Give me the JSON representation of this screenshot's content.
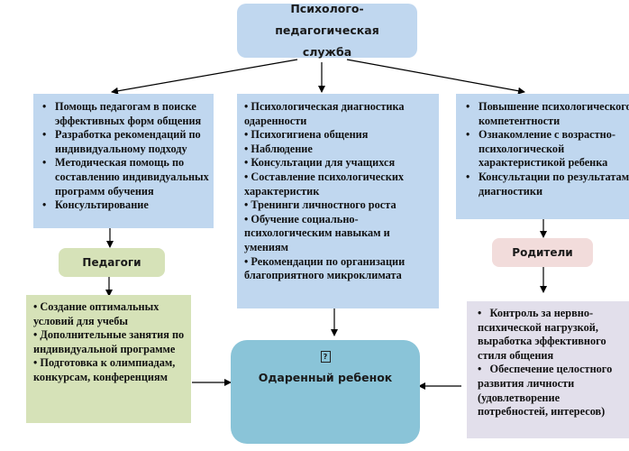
{
  "colors": {
    "blue_box": "#c0d7ef",
    "green_box": "#d6e2b8",
    "pink_box": "#f2dcdb",
    "lavender_box": "#e2dfeb",
    "teal_box": "#8ac4d8",
    "arrow": "#000000"
  },
  "top": {
    "title": "Психолого-педагогическая служба"
  },
  "left_services": {
    "items": [
      "Помощь педагогам в поиске эффективных форм общения",
      "Разработка рекомендаций по индивидуальному подходу",
      "Методическая помощь по составлению индивидуальных программ обучения",
      "Консультирование"
    ]
  },
  "center_services": {
    "items": [
      "Психологическая диагностика одаренности",
      "Психогигиена общения",
      "Наблюдение",
      "Консультации для учащихся",
      "Составление психологических характеристик",
      "Тренинги личностного роста",
      "Обучение социально-психологическим навыкам и умениям",
      "Рекомендации по организации благоприятного микроклимата"
    ]
  },
  "right_services": {
    "items": [
      "Повышение психологического компетентности",
      "Ознакомление с возрастно-психологической характеристикой ребенка",
      "Консультации по результатам диагностики"
    ]
  },
  "teachers": {
    "label": "Педагоги",
    "items": [
      "Создание оптимальных условий для учебы",
      "Дополнительные занятия по индивидуальной программе",
      "Подготовка к олимпиадам, конкурсам, конференциям"
    ]
  },
  "parents": {
    "label": "Родители",
    "items": [
      "Контроль за нервно-психической нагрузкой, выработка эффективного стиля общения",
      "Обеспечение целостного развития личности (удовлетворение потребностей, интересов)"
    ]
  },
  "child": {
    "icon_glyph": "?",
    "label": "Одаренный ребенок"
  }
}
